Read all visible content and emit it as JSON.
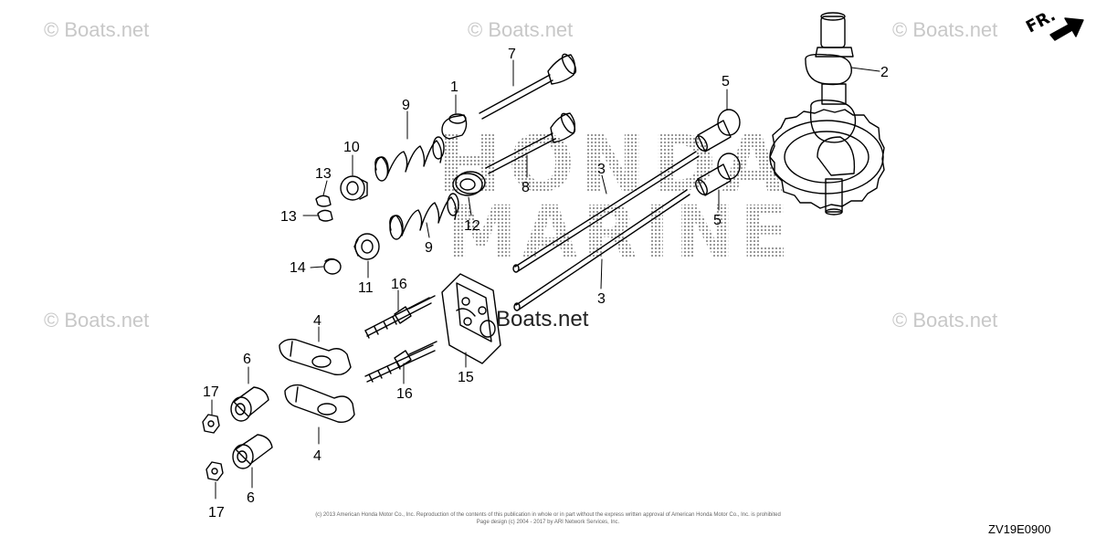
{
  "watermarks": [
    "© Boats.net",
    "© Boats.net",
    "© Boats.net",
    "© Boats.net",
    "© Boats.net"
  ],
  "center_label": "Boats.net",
  "direction_label": "FR.",
  "brand_lines": [
    "HONDA",
    "MARINE"
  ],
  "diagram_code": "ZV19E0900",
  "copyright_line1": "(c) 2013 American Honda Motor Co., Inc. Reproduction of the contents of this publication in whole or in part without the express written approval of American Honda Motor Co., Inc. is prohibited",
  "copyright_line2": "Page design (c) 2004 - 2017 by ARI Network Services, Inc.",
  "callouts": [
    "1",
    "2",
    "3",
    "3",
    "4",
    "4",
    "5",
    "5",
    "6",
    "6",
    "7",
    "8",
    "9",
    "9",
    "10",
    "11",
    "12",
    "13",
    "13",
    "14",
    "15",
    "16",
    "16",
    "17",
    "17"
  ]
}
